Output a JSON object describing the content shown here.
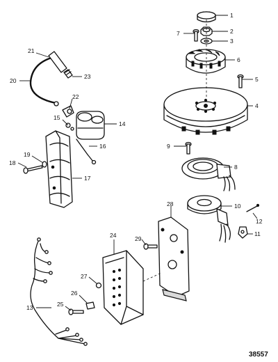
{
  "diagram": {
    "reference_number": "38557",
    "callouts": [
      "1",
      "2",
      "3",
      "4",
      "5",
      "6",
      "7",
      "8",
      "9",
      "10",
      "11",
      "12",
      "13",
      "14",
      "15",
      "16",
      "17",
      "18",
      "19",
      "20",
      "21",
      "22",
      "23",
      "24",
      "25",
      "26",
      "27",
      "28",
      "29"
    ]
  }
}
